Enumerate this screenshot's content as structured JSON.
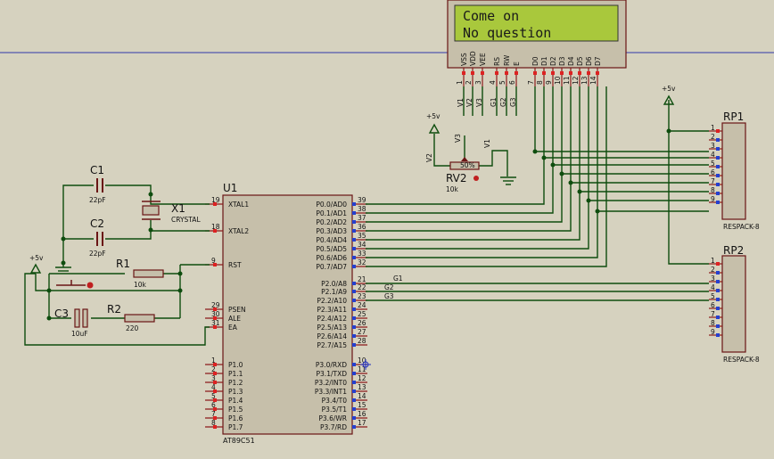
{
  "lcd": {
    "line1": "Come on",
    "line2": "No question",
    "pins": [
      "VSS",
      "VDD",
      "VEE",
      "RS",
      "RW",
      "E",
      "D0",
      "D1",
      "D2",
      "D3",
      "D4",
      "D5",
      "D6",
      "D7"
    ],
    "pin_nums": [
      "1",
      "2",
      "3",
      "4",
      "5",
      "6",
      "7",
      "8",
      "9",
      "10",
      "11",
      "12",
      "13",
      "14"
    ],
    "net_labels": [
      "V1",
      "V2",
      "V3",
      "G1",
      "G2",
      "G3"
    ]
  },
  "mcu": {
    "ref": "U1",
    "part": "AT89C51",
    "left_pins": [
      {
        "num": "19",
        "name": "XTAL1"
      },
      {
        "num": "18",
        "name": "XTAL2"
      },
      {
        "num": "9",
        "name": "RST"
      },
      {
        "num": "29",
        "name": "PSEN"
      },
      {
        "num": "30",
        "name": "ALE"
      },
      {
        "num": "31",
        "name": "EA"
      },
      {
        "num": "1",
        "name": "P1.0"
      },
      {
        "num": "2",
        "name": "P1.1"
      },
      {
        "num": "3",
        "name": "P1.2"
      },
      {
        "num": "4",
        "name": "P1.3"
      },
      {
        "num": "5",
        "name": "P1.4"
      },
      {
        "num": "6",
        "name": "P1.5"
      },
      {
        "num": "7",
        "name": "P1.6"
      },
      {
        "num": "8",
        "name": "P1.7"
      }
    ],
    "right_pins": [
      {
        "num": "39",
        "name": "P0.0/AD0"
      },
      {
        "num": "38",
        "name": "P0.1/AD1"
      },
      {
        "num": "37",
        "name": "P0.2/AD2"
      },
      {
        "num": "36",
        "name": "P0.3/AD3"
      },
      {
        "num": "35",
        "name": "P0.4/AD4"
      },
      {
        "num": "34",
        "name": "P0.5/AD5"
      },
      {
        "num": "33",
        "name": "P0.6/AD6"
      },
      {
        "num": "32",
        "name": "P0.7/AD7"
      },
      {
        "num": "21",
        "name": "P2.0/A8"
      },
      {
        "num": "22",
        "name": "P2.1/A9"
      },
      {
        "num": "23",
        "name": "P2.2/A10"
      },
      {
        "num": "24",
        "name": "P2.3/A11"
      },
      {
        "num": "25",
        "name": "P2.4/A12"
      },
      {
        "num": "26",
        "name": "P2.5/A13"
      },
      {
        "num": "27",
        "name": "P2.6/A14"
      },
      {
        "num": "28",
        "name": "P2.7/A15"
      },
      {
        "num": "10",
        "name": "P3.0/RXD"
      },
      {
        "num": "11",
        "name": "P3.1/TXD"
      },
      {
        "num": "12",
        "name": "P3.2/INT0"
      },
      {
        "num": "13",
        "name": "P3.3/INT1"
      },
      {
        "num": "14",
        "name": "P3.4/T0"
      },
      {
        "num": "15",
        "name": "P3.5/T1"
      },
      {
        "num": "16",
        "name": "P3.6/WR"
      },
      {
        "num": "17",
        "name": "P3.7/RD"
      }
    ]
  },
  "g_labels": [
    "G1",
    "G2",
    "G3"
  ],
  "c1": {
    "ref": "C1",
    "val": "22pF"
  },
  "c2": {
    "ref": "C2",
    "val": "22pF"
  },
  "c3": {
    "ref": "C3",
    "val": "10uF"
  },
  "x1": {
    "ref": "X1",
    "val": "CRYSTAL"
  },
  "r1": {
    "ref": "R1",
    "val": "10k"
  },
  "r2": {
    "ref": "R2",
    "val": "220"
  },
  "rv2": {
    "ref": "RV2",
    "val": "10k",
    "mark": "50%"
  },
  "rp1": {
    "ref": "RP1",
    "part": "RESPACK-8"
  },
  "rp2": {
    "ref": "RP2",
    "part": "RESPACK-8"
  },
  "rp_pins": [
    "1",
    "2",
    "3",
    "4",
    "5",
    "6",
    "7",
    "8",
    "9"
  ],
  "power": {
    "label": "+5v"
  }
}
